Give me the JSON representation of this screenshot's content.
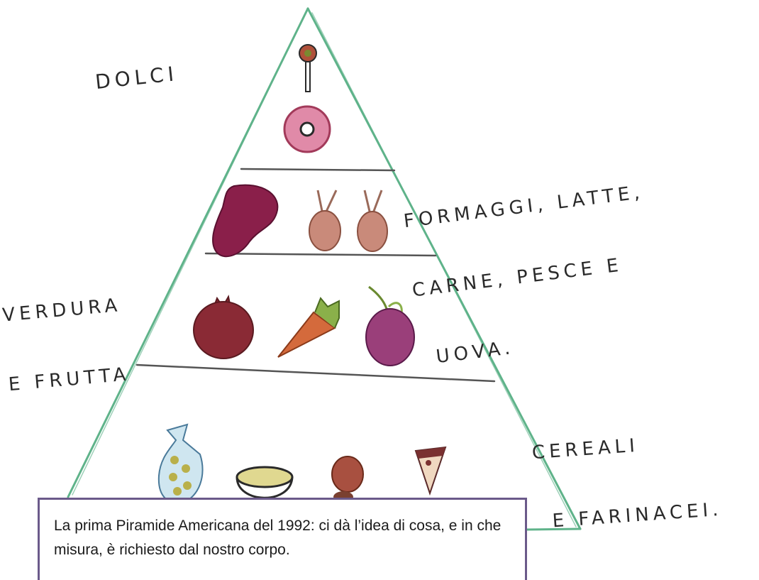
{
  "labels": {
    "dolci": "DOLCI",
    "formaggi_line1": "FORMAGGI, LATTE,",
    "formaggi_line2": "CARNE, PESCE E",
    "formaggi_line3": "UOVA.",
    "verdura_line1": "VERDURA",
    "verdura_line2": "E FRUTTA",
    "cereali_line1": "CEREALI",
    "cereali_line2": "E FARINACEI."
  },
  "caption": {
    "text": "La prima Piramide Americana del 1992: ci dà l’idea di cosa, e in che misura, è richiesto dal nostro corpo."
  },
  "colors": {
    "pyramid_outline": "#5fb38a",
    "divider": "#555555",
    "caption_border": "#6b5a8a",
    "meat": "#8a1f4a",
    "fruit_red": "#8a2a35",
    "carrot": "#d46a3c",
    "plum": "#9a3f7a",
    "donut": "#e08aa8"
  },
  "icons": [
    "lollipop-icon",
    "donut-icon",
    "meat-icon",
    "chicken-leg-icon",
    "chicken-leg-icon",
    "pomegranate-icon",
    "carrot-icon",
    "plum-icon",
    "grain-bag-icon",
    "bowl-icon",
    "bread-icon",
    "pizza-slice-icon"
  ]
}
